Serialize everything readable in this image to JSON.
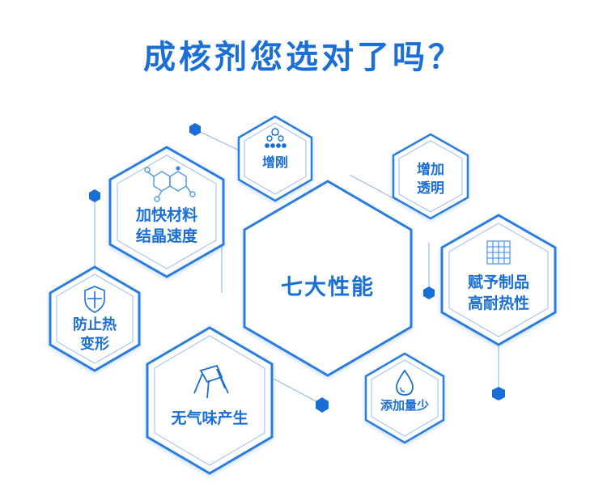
{
  "title": "成核剂您选对了吗？",
  "center": "七大性能",
  "features": {
    "rigidity": "增刚",
    "transparency": [
      "增加",
      "透明"
    ],
    "crystallization": [
      "加快材料",
      "结晶速度"
    ],
    "heat_resistance": [
      "赋予制品",
      "高耐热性"
    ],
    "deformation": [
      "防止热",
      "变形"
    ],
    "odorless": "无气味产生",
    "low_dosage": "添加量少"
  },
  "colors": {
    "accent": "#1a6fd6",
    "hex_stroke": "#2b7de0"
  },
  "icons": {
    "rigidity": "molecule-icon",
    "crystallization": "chemical-structure-icon",
    "heat_resistance": "fabric-mesh-icon",
    "deformation": "shield-icon",
    "odorless": "chair-icon",
    "low_dosage": "droplet-icon"
  }
}
